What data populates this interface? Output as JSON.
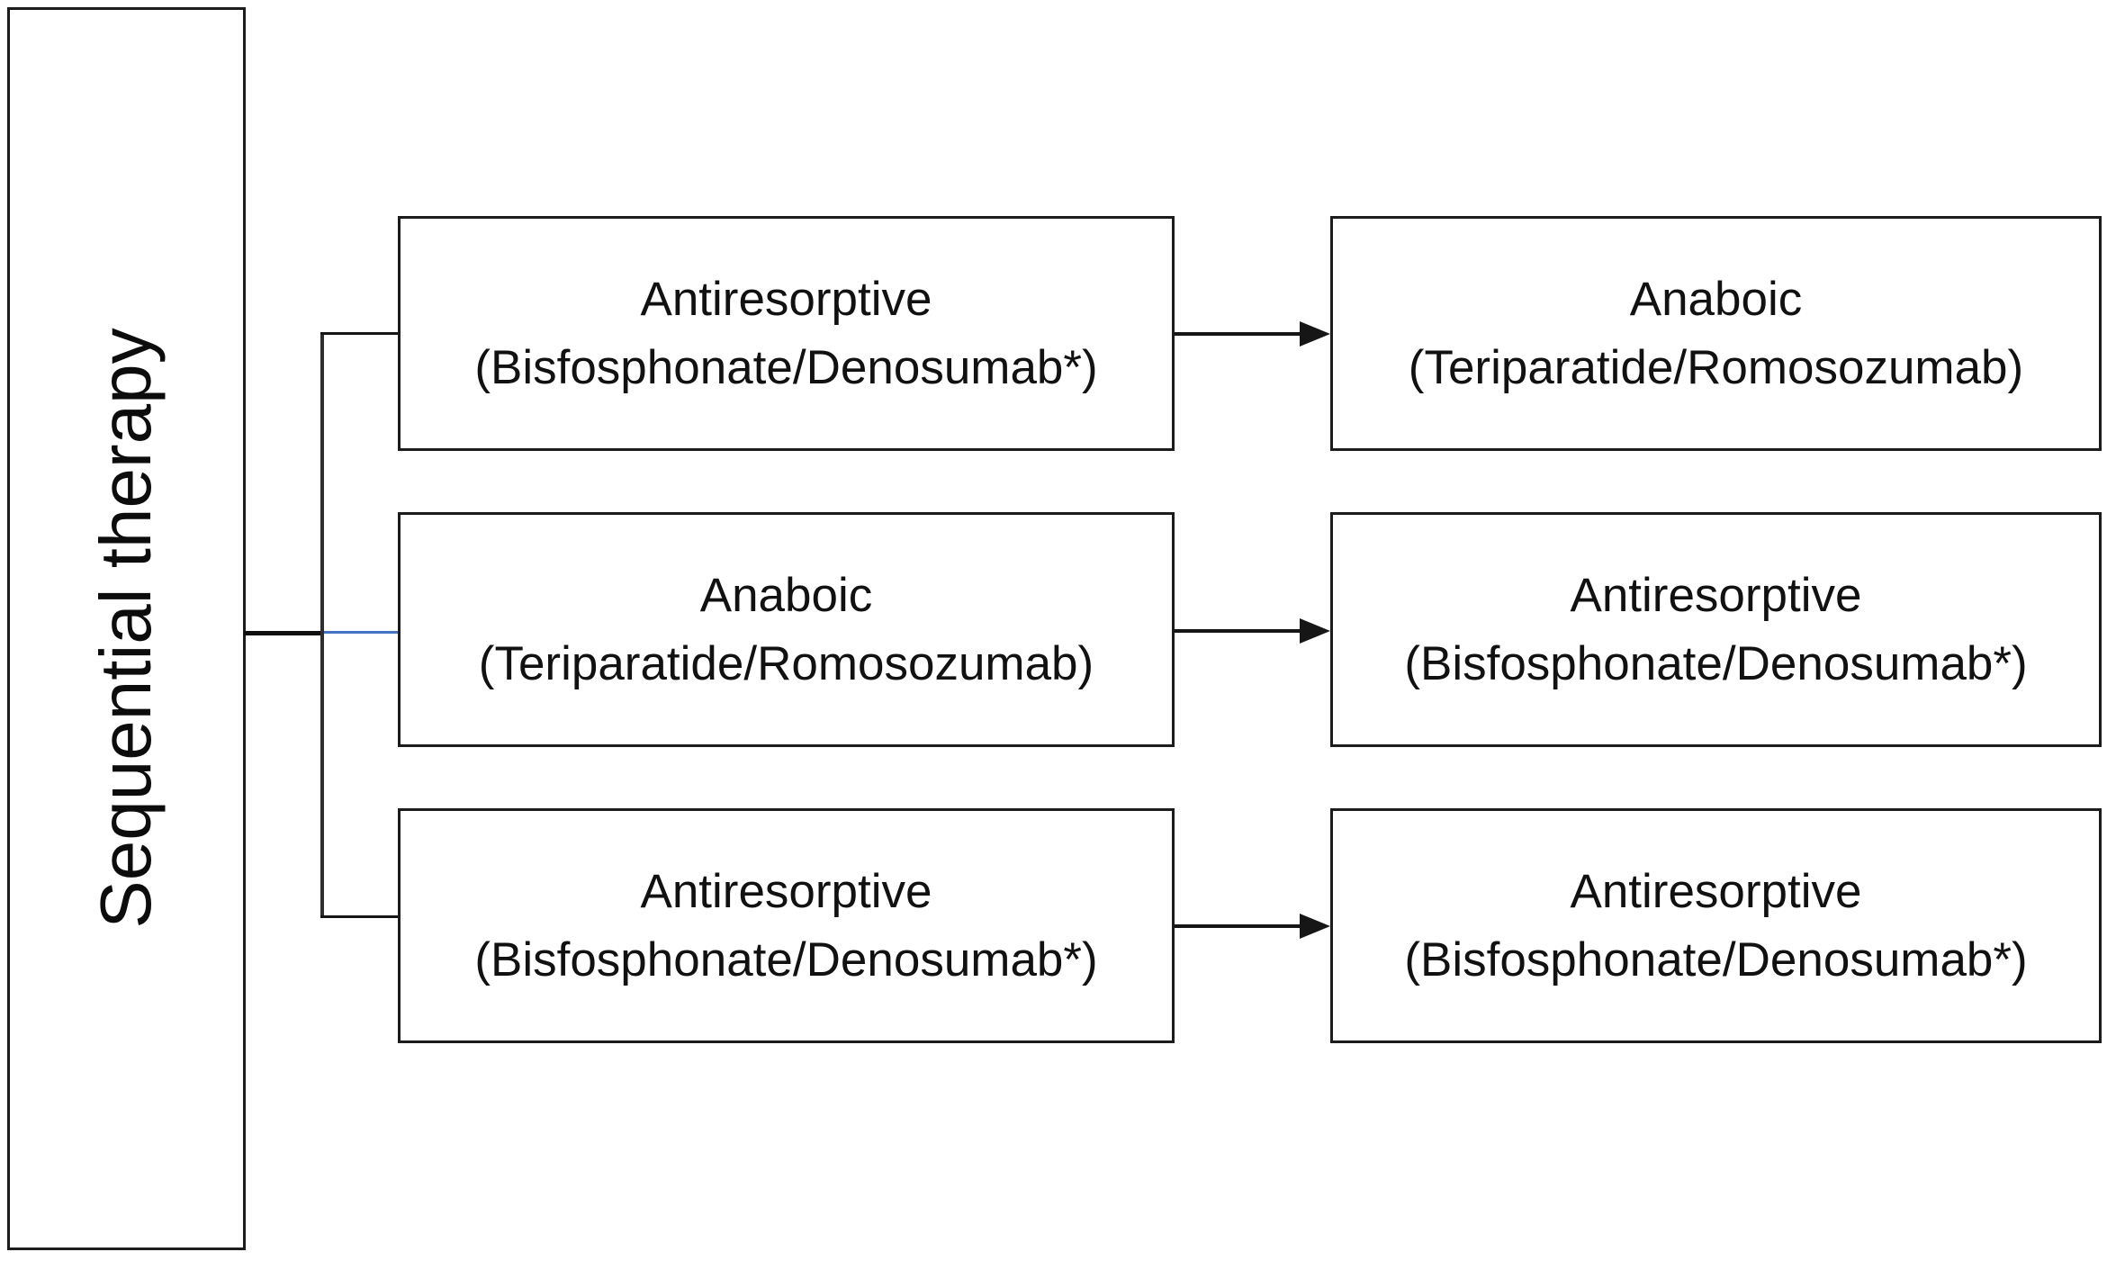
{
  "diagram": {
    "left_label": "Sequential therapy",
    "rows": [
      {
        "from": {
          "line1": "Antiresorptive",
          "line2": "(Bisfosphonate/Denosumab*)"
        },
        "to": {
          "line1": "Anaboic",
          "line2": "(Teriparatide/Romosozumab)"
        }
      },
      {
        "from": {
          "line1": "Anaboic",
          "line2": "(Teriparatide/Romosozumab)"
        },
        "to": {
          "line1": "Antiresorptive",
          "line2": "(Bisfosphonate/Denosumab*)"
        }
      },
      {
        "from": {
          "line1": "Antiresorptive",
          "line2": "(Bisfosphonate/Denosumab*)"
        },
        "to": {
          "line1": "Antiresorptive",
          "line2": "(Bisfosphonate/Denosumab*)"
        }
      }
    ],
    "colors": {
      "line": "#161616",
      "box_border": "#1c1c1c",
      "accent_connector": "#4472c4",
      "background": "#ffffff",
      "text": "#111111"
    }
  }
}
